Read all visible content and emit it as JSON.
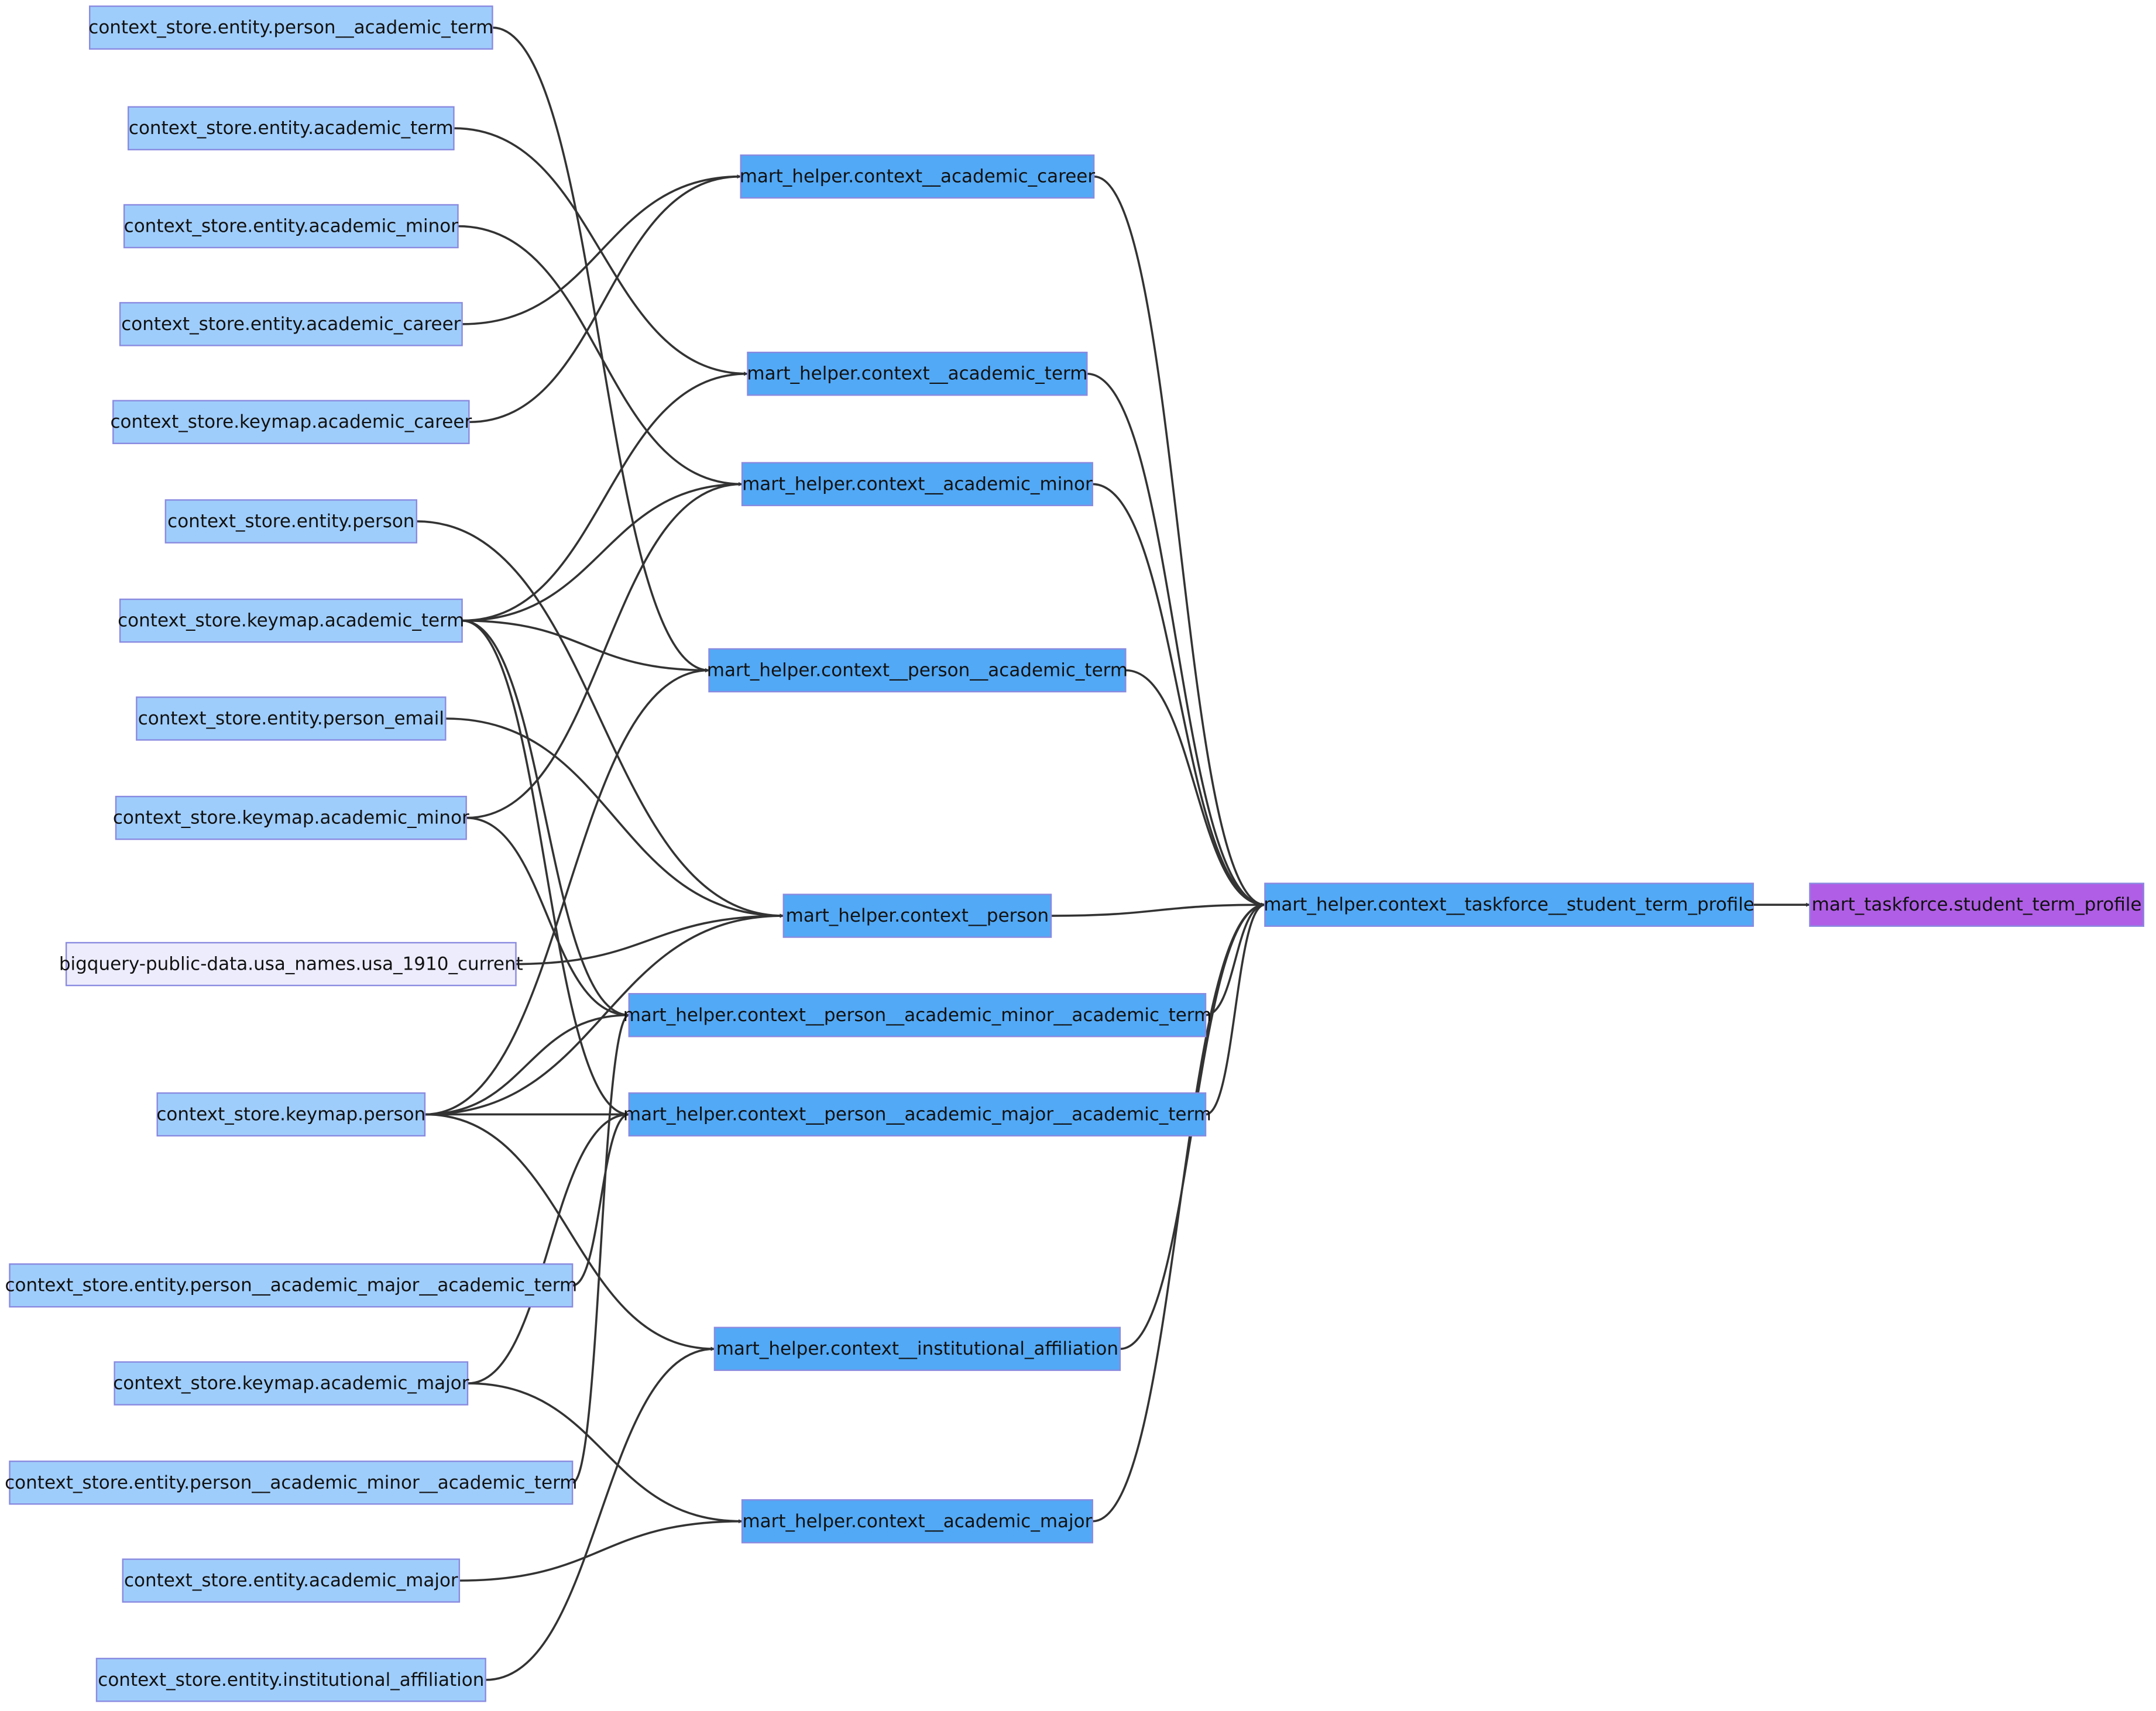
{
  "colors": {
    "source": "#9fcdfb",
    "external": "#ececfd",
    "helper": "#52a9f5",
    "final": "#b05ee5",
    "border": "#8a8ae0",
    "edge": "#333333"
  },
  "nodes": [
    {
      "id": "s1",
      "label": "context_store.entity.person__academic_term",
      "kind": "source"
    },
    {
      "id": "s2",
      "label": "context_store.entity.academic_term",
      "kind": "source"
    },
    {
      "id": "s3",
      "label": "context_store.entity.academic_minor",
      "kind": "source"
    },
    {
      "id": "s4",
      "label": "context_store.entity.academic_career",
      "kind": "source"
    },
    {
      "id": "s5",
      "label": "context_store.keymap.academic_career",
      "kind": "source"
    },
    {
      "id": "s6",
      "label": "context_store.entity.person",
      "kind": "source"
    },
    {
      "id": "s7",
      "label": "context_store.keymap.academic_term",
      "kind": "source"
    },
    {
      "id": "s8",
      "label": "context_store.entity.person_email",
      "kind": "source"
    },
    {
      "id": "s9",
      "label": "context_store.keymap.academic_minor",
      "kind": "source"
    },
    {
      "id": "s10",
      "label": "bigquery-public-data.usa_names.usa_1910_current",
      "kind": "external"
    },
    {
      "id": "s11",
      "label": "context_store.keymap.person",
      "kind": "source"
    },
    {
      "id": "s12",
      "label": "context_store.entity.person__academic_major__academic_term",
      "kind": "source"
    },
    {
      "id": "s13",
      "label": "context_store.keymap.academic_major",
      "kind": "source"
    },
    {
      "id": "s14",
      "label": "context_store.entity.person__academic_minor__academic_term",
      "kind": "source"
    },
    {
      "id": "s15",
      "label": "context_store.entity.academic_major",
      "kind": "source"
    },
    {
      "id": "s16",
      "label": "context_store.entity.institutional_affiliation",
      "kind": "source"
    },
    {
      "id": "m1",
      "label": "mart_helper.context__academic_career",
      "kind": "helper"
    },
    {
      "id": "m2",
      "label": "mart_helper.context__academic_term",
      "kind": "helper"
    },
    {
      "id": "m3",
      "label": "mart_helper.context__academic_minor",
      "kind": "helper"
    },
    {
      "id": "m4",
      "label": "mart_helper.context__person__academic_term",
      "kind": "helper"
    },
    {
      "id": "m5",
      "label": "mart_helper.context__person",
      "kind": "helper"
    },
    {
      "id": "m6",
      "label": "mart_helper.context__person__academic_minor__academic_term",
      "kind": "helper"
    },
    {
      "id": "m7",
      "label": "mart_helper.context__person__academic_major__academic_term",
      "kind": "helper"
    },
    {
      "id": "m8",
      "label": "mart_helper.context__institutional_affiliation",
      "kind": "helper"
    },
    {
      "id": "m9",
      "label": "mart_helper.context__academic_major",
      "kind": "helper"
    },
    {
      "id": "t1",
      "label": "mart_helper.context__taskforce__student_term_profile",
      "kind": "helper"
    },
    {
      "id": "f1",
      "label": "mart_taskforce.student_term_profile",
      "kind": "final"
    }
  ],
  "edges": [
    {
      "from": "s4",
      "to": "m1"
    },
    {
      "from": "s5",
      "to": "m1"
    },
    {
      "from": "s2",
      "to": "m2"
    },
    {
      "from": "s7",
      "to": "m2"
    },
    {
      "from": "s3",
      "to": "m3"
    },
    {
      "from": "s9",
      "to": "m3"
    },
    {
      "from": "s7",
      "to": "m3"
    },
    {
      "from": "s1",
      "to": "m4"
    },
    {
      "from": "s7",
      "to": "m4"
    },
    {
      "from": "s11",
      "to": "m4"
    },
    {
      "from": "s6",
      "to": "m5"
    },
    {
      "from": "s8",
      "to": "m5"
    },
    {
      "from": "s10",
      "to": "m5"
    },
    {
      "from": "s11",
      "to": "m5"
    },
    {
      "from": "s7",
      "to": "m6"
    },
    {
      "from": "s9",
      "to": "m6"
    },
    {
      "from": "s11",
      "to": "m6"
    },
    {
      "from": "s14",
      "to": "m6"
    },
    {
      "from": "s7",
      "to": "m7"
    },
    {
      "from": "s11",
      "to": "m7"
    },
    {
      "from": "s12",
      "to": "m7"
    },
    {
      "from": "s13",
      "to": "m7"
    },
    {
      "from": "s11",
      "to": "m8"
    },
    {
      "from": "s16",
      "to": "m8"
    },
    {
      "from": "s13",
      "to": "m9"
    },
    {
      "from": "s15",
      "to": "m9"
    },
    {
      "from": "m1",
      "to": "t1"
    },
    {
      "from": "m2",
      "to": "t1"
    },
    {
      "from": "m3",
      "to": "t1"
    },
    {
      "from": "m4",
      "to": "t1"
    },
    {
      "from": "m5",
      "to": "t1"
    },
    {
      "from": "m6",
      "to": "t1"
    },
    {
      "from": "m7",
      "to": "t1"
    },
    {
      "from": "m8",
      "to": "t1"
    },
    {
      "from": "m9",
      "to": "t1"
    },
    {
      "from": "t1",
      "to": "f1"
    }
  ]
}
